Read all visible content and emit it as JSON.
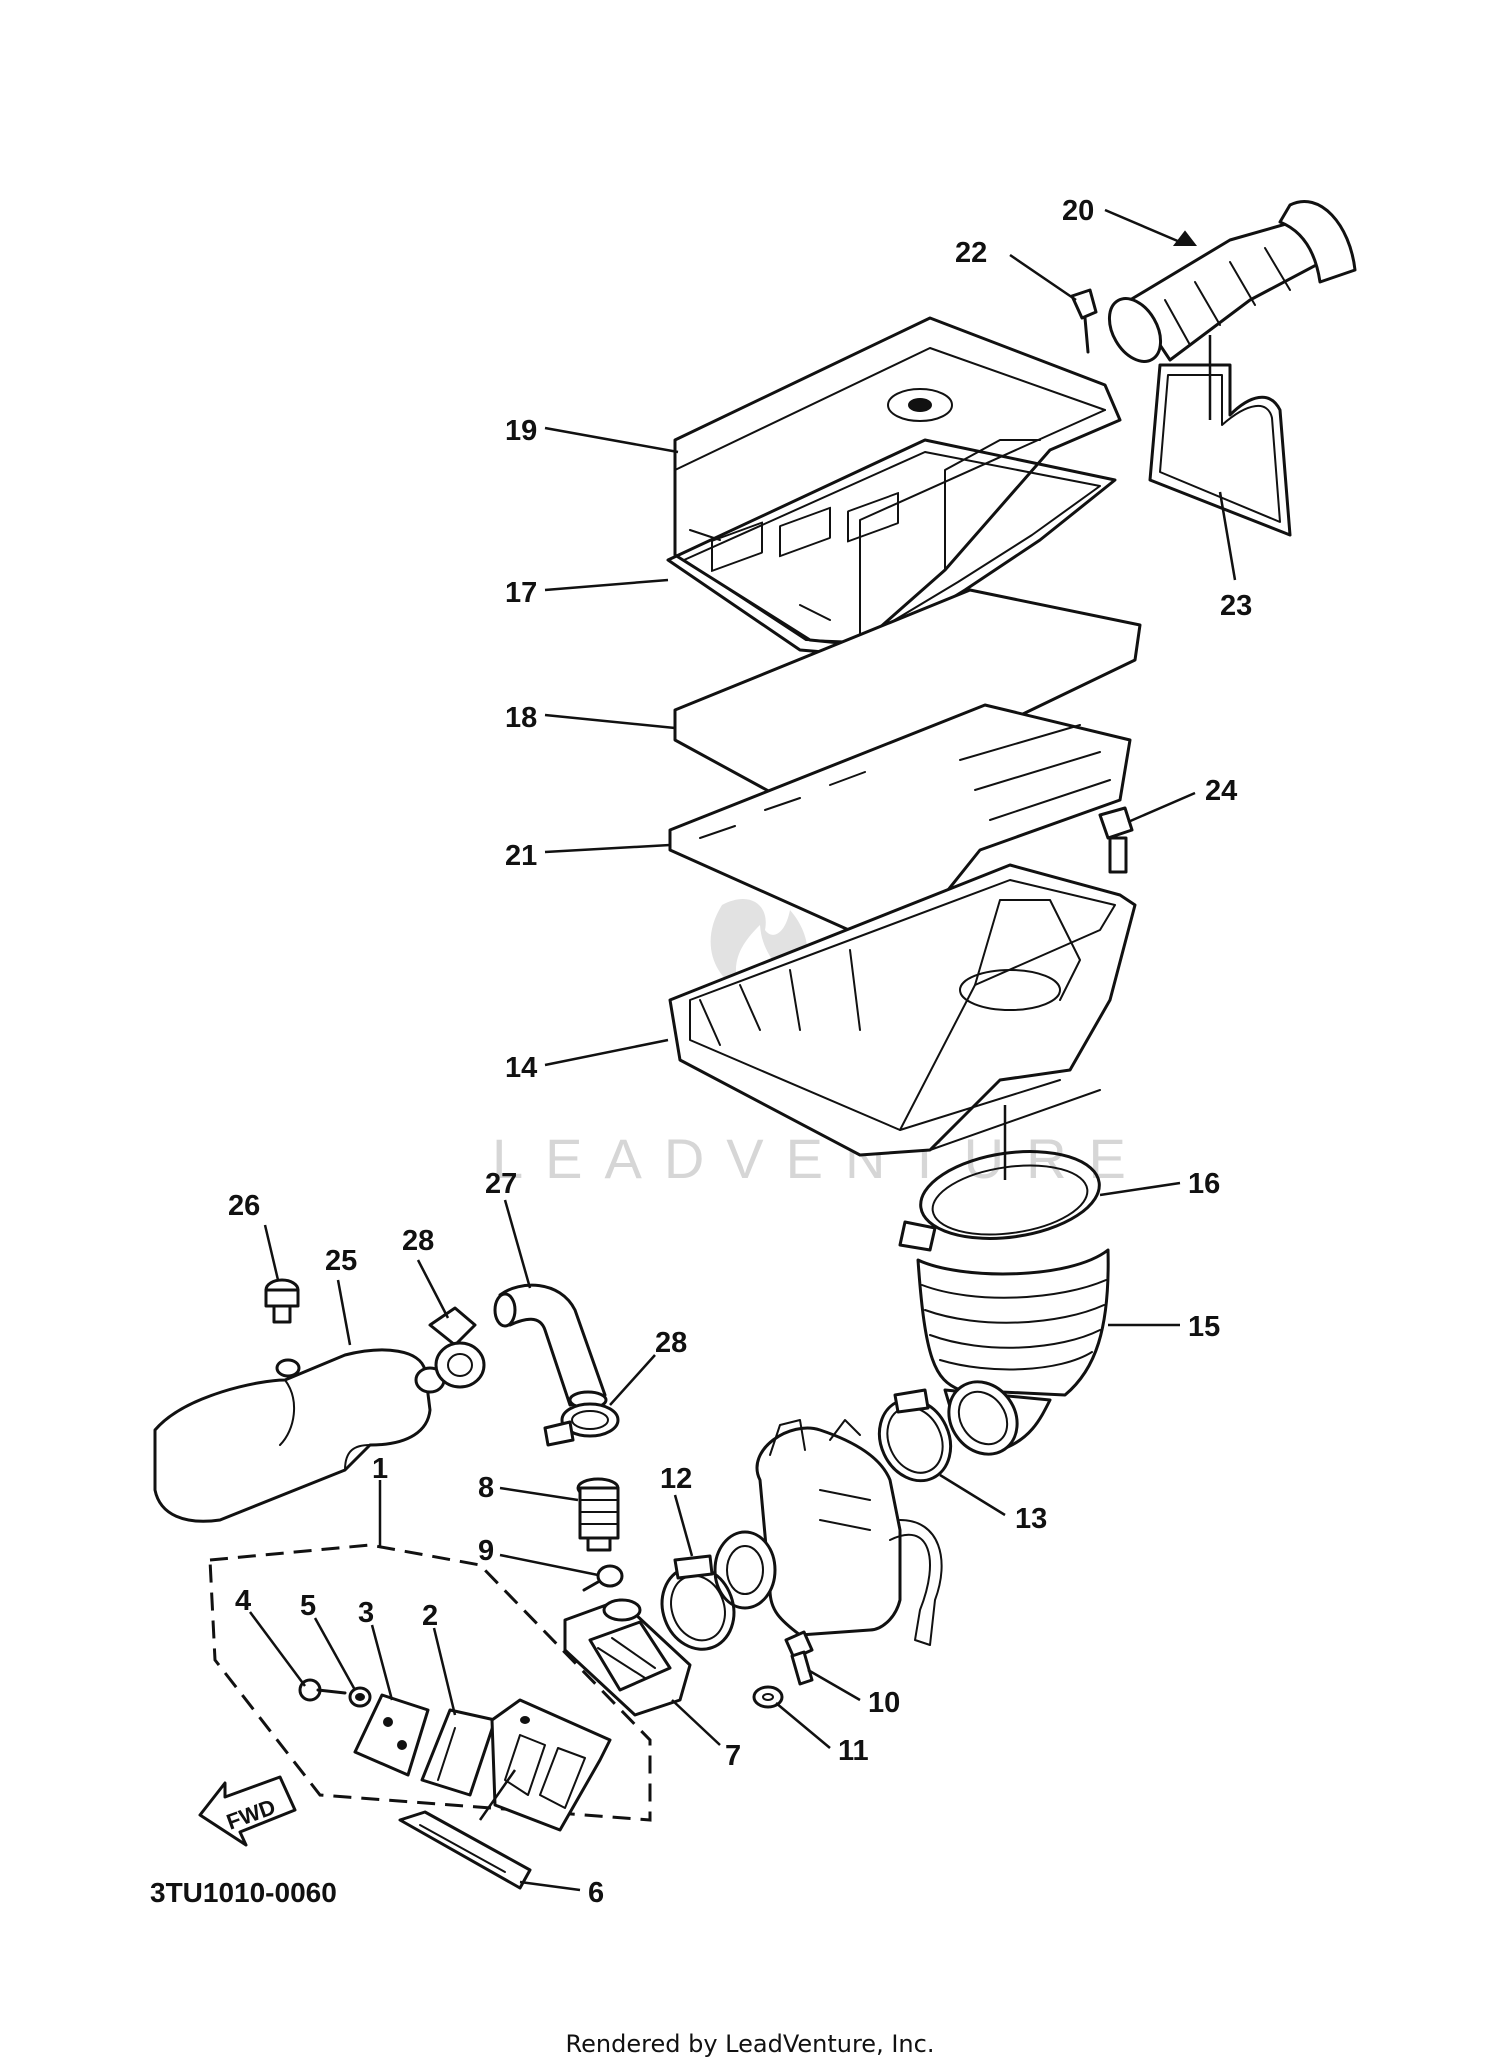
{
  "diagram": {
    "drawing_code": "3TU1010-0060",
    "fwd_arrow_label": "FWD",
    "watermark": "LEADVENTURE",
    "footer": "Rendered by LeadVenture, Inc.",
    "callouts": [
      {
        "id": "c20",
        "label": "20"
      },
      {
        "id": "c22",
        "label": "22"
      },
      {
        "id": "c19",
        "label": "19"
      },
      {
        "id": "c17",
        "label": "17"
      },
      {
        "id": "c23",
        "label": "23"
      },
      {
        "id": "c18",
        "label": "18"
      },
      {
        "id": "c24",
        "label": "24"
      },
      {
        "id": "c21",
        "label": "21"
      },
      {
        "id": "c14",
        "label": "14"
      },
      {
        "id": "c16",
        "label": "16"
      },
      {
        "id": "c15",
        "label": "15"
      },
      {
        "id": "c26",
        "label": "26"
      },
      {
        "id": "c25",
        "label": "25"
      },
      {
        "id": "c28a",
        "label": "28"
      },
      {
        "id": "c27",
        "label": "27"
      },
      {
        "id": "c28b",
        "label": "28"
      },
      {
        "id": "c13",
        "label": "13"
      },
      {
        "id": "c8",
        "label": "8"
      },
      {
        "id": "c12",
        "label": "12"
      },
      {
        "id": "c1",
        "label": "1"
      },
      {
        "id": "c9",
        "label": "9"
      },
      {
        "id": "c4",
        "label": "4"
      },
      {
        "id": "c5",
        "label": "5"
      },
      {
        "id": "c3",
        "label": "3"
      },
      {
        "id": "c2",
        "label": "2"
      },
      {
        "id": "c10",
        "label": "10"
      },
      {
        "id": "c11",
        "label": "11"
      },
      {
        "id": "c7",
        "label": "7"
      },
      {
        "id": "c6",
        "label": "6"
      }
    ]
  }
}
